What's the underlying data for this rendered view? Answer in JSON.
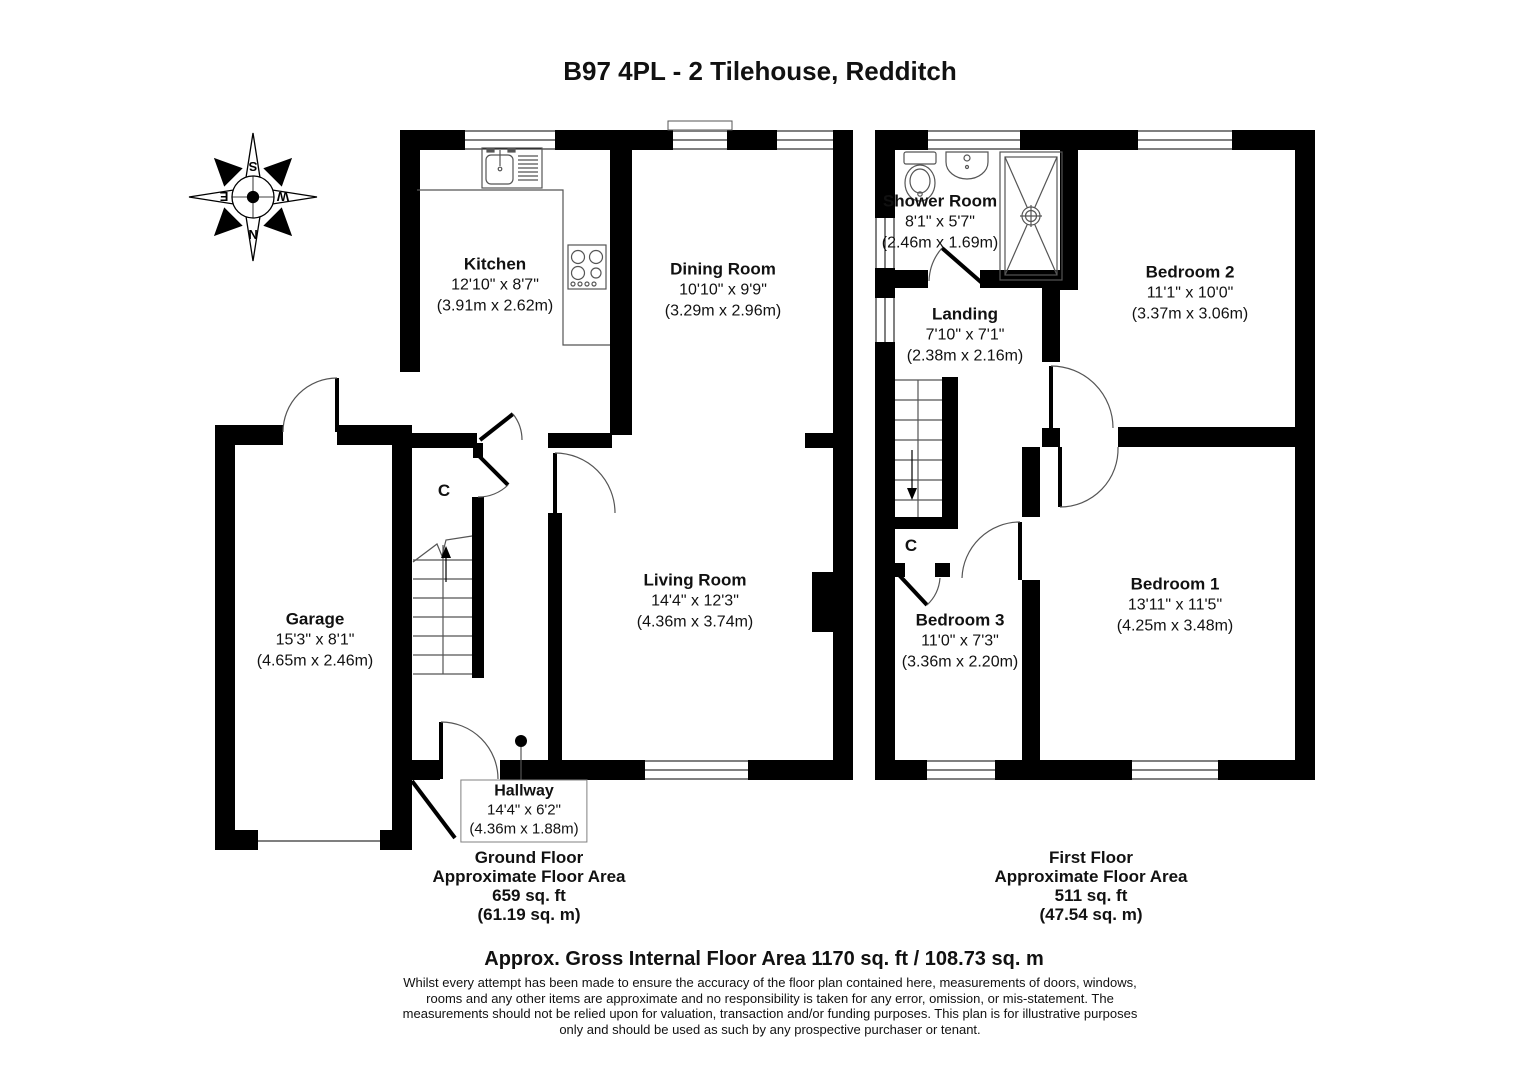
{
  "title": "B97 4PL - 2 Tilehouse, Redditch",
  "compass": {
    "north": "N",
    "south": "S",
    "east": "E",
    "west": "W"
  },
  "ground_floor": {
    "rooms": {
      "kitchen": {
        "name": "Kitchen",
        "imperial": "12'10\" x 8'7\"",
        "metric": "(3.91m x 2.62m)"
      },
      "dining_room": {
        "name": "Dining Room",
        "imperial": "10'10\" x 9'9\"",
        "metric": "(3.29m x 2.96m)"
      },
      "living_room": {
        "name": "Living Room",
        "imperial": "14'4\" x 12'3\"",
        "metric": "(4.36m x 3.74m)"
      },
      "garage": {
        "name": "Garage",
        "imperial": "15'3\" x 8'1\"",
        "metric": "(4.65m x 2.46m)"
      },
      "hallway": {
        "name": "Hallway",
        "imperial": "14'4\" x 6'2\"",
        "metric": "(4.36m x 1.88m)"
      },
      "cupboard": "C"
    },
    "summary": {
      "line1": "Ground Floor",
      "line2": "Approximate Floor Area",
      "line3": "659 sq. ft",
      "line4": "(61.19 sq. m)"
    }
  },
  "first_floor": {
    "rooms": {
      "shower_room": {
        "name": "Shower Room",
        "imperial": "8'1\" x 5'7\"",
        "metric": "(2.46m x 1.69m)"
      },
      "landing": {
        "name": "Landing",
        "imperial": "7'10\" x 7'1\"",
        "metric": "(2.38m x 2.16m)"
      },
      "bedroom_2": {
        "name": "Bedroom 2",
        "imperial": "11'1\" x 10'0\"",
        "metric": "(3.37m x 3.06m)"
      },
      "bedroom_1": {
        "name": "Bedroom 1",
        "imperial": "13'11\" x 11'5\"",
        "metric": "(4.25m x 3.48m)"
      },
      "bedroom_3": {
        "name": "Bedroom 3",
        "imperial": "11'0\" x 7'3\"",
        "metric": "(3.36m x 2.20m)"
      },
      "cupboard": "C"
    },
    "summary": {
      "line1": "First Floor",
      "line2": "Approximate Floor Area",
      "line3": "511 sq. ft",
      "line4": "(47.54 sq. m)"
    }
  },
  "footer": {
    "gross_area": "Approx. Gross Internal Floor Area 1170 sq. ft / 108.73 sq. m",
    "disclaimer_lines": {
      "l1": "Whilst every attempt has been made to ensure the accuracy of the floor plan contained here, measurements of doors, windows,",
      "l2": "rooms and any other items are approximate and no responsibility is taken for any error, omission, or mis-statement. The",
      "l3": "measurements should not be relied upon for valuation, transaction and/or funding purposes. This plan is for illustrative purposes",
      "l4": "only and should be used as such by any prospective purchaser or tenant."
    }
  },
  "colors": {
    "wall": "#000000",
    "line": "#555555",
    "background": "#ffffff"
  }
}
